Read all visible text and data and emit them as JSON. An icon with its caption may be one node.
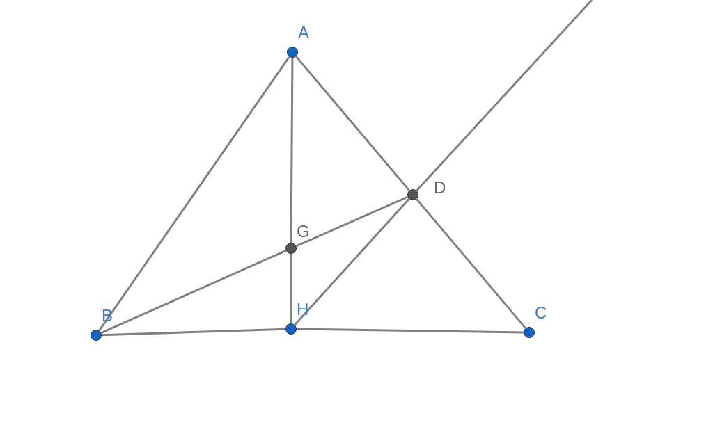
{
  "diagram": {
    "nodes": [
      {
        "text": [
          "A"
        ]
      },
      {
        "text": [
          "B"
        ]
      },
      {
        "text": [
          "C"
        ]
      },
      {
        "text": [
          "D"
        ]
      },
      {
        "text": [
          "G"
        ]
      },
      {
        "text": [
          "H"
        ]
      }
    ],
    "edges": [
      {
        "from": 0,
        "to": 1,
        "arrow": "none"
      },
      {
        "from": 0,
        "to": 3,
        "arrow": "none"
      },
      {
        "from": 3,
        "to": 2,
        "arrow": "none"
      },
      {
        "from": 1,
        "to": 5,
        "arrow": "none"
      },
      {
        "from": 5,
        "to": 2,
        "arrow": "none"
      },
      {
        "from": 0,
        "to": 4,
        "arrow": "none"
      },
      {
        "from": 4,
        "to": 5,
        "arrow": "none"
      },
      {
        "from": 1,
        "to": 4,
        "arrow": "none"
      },
      {
        "from": 4,
        "to": 3,
        "arrow": "none"
      },
      {
        "from": 5,
        "to": 3,
        "arrow": "none"
      },
      {
        "from": 3,
        "to": null,
        "arrow": "none"
      }
    ]
  }
}
